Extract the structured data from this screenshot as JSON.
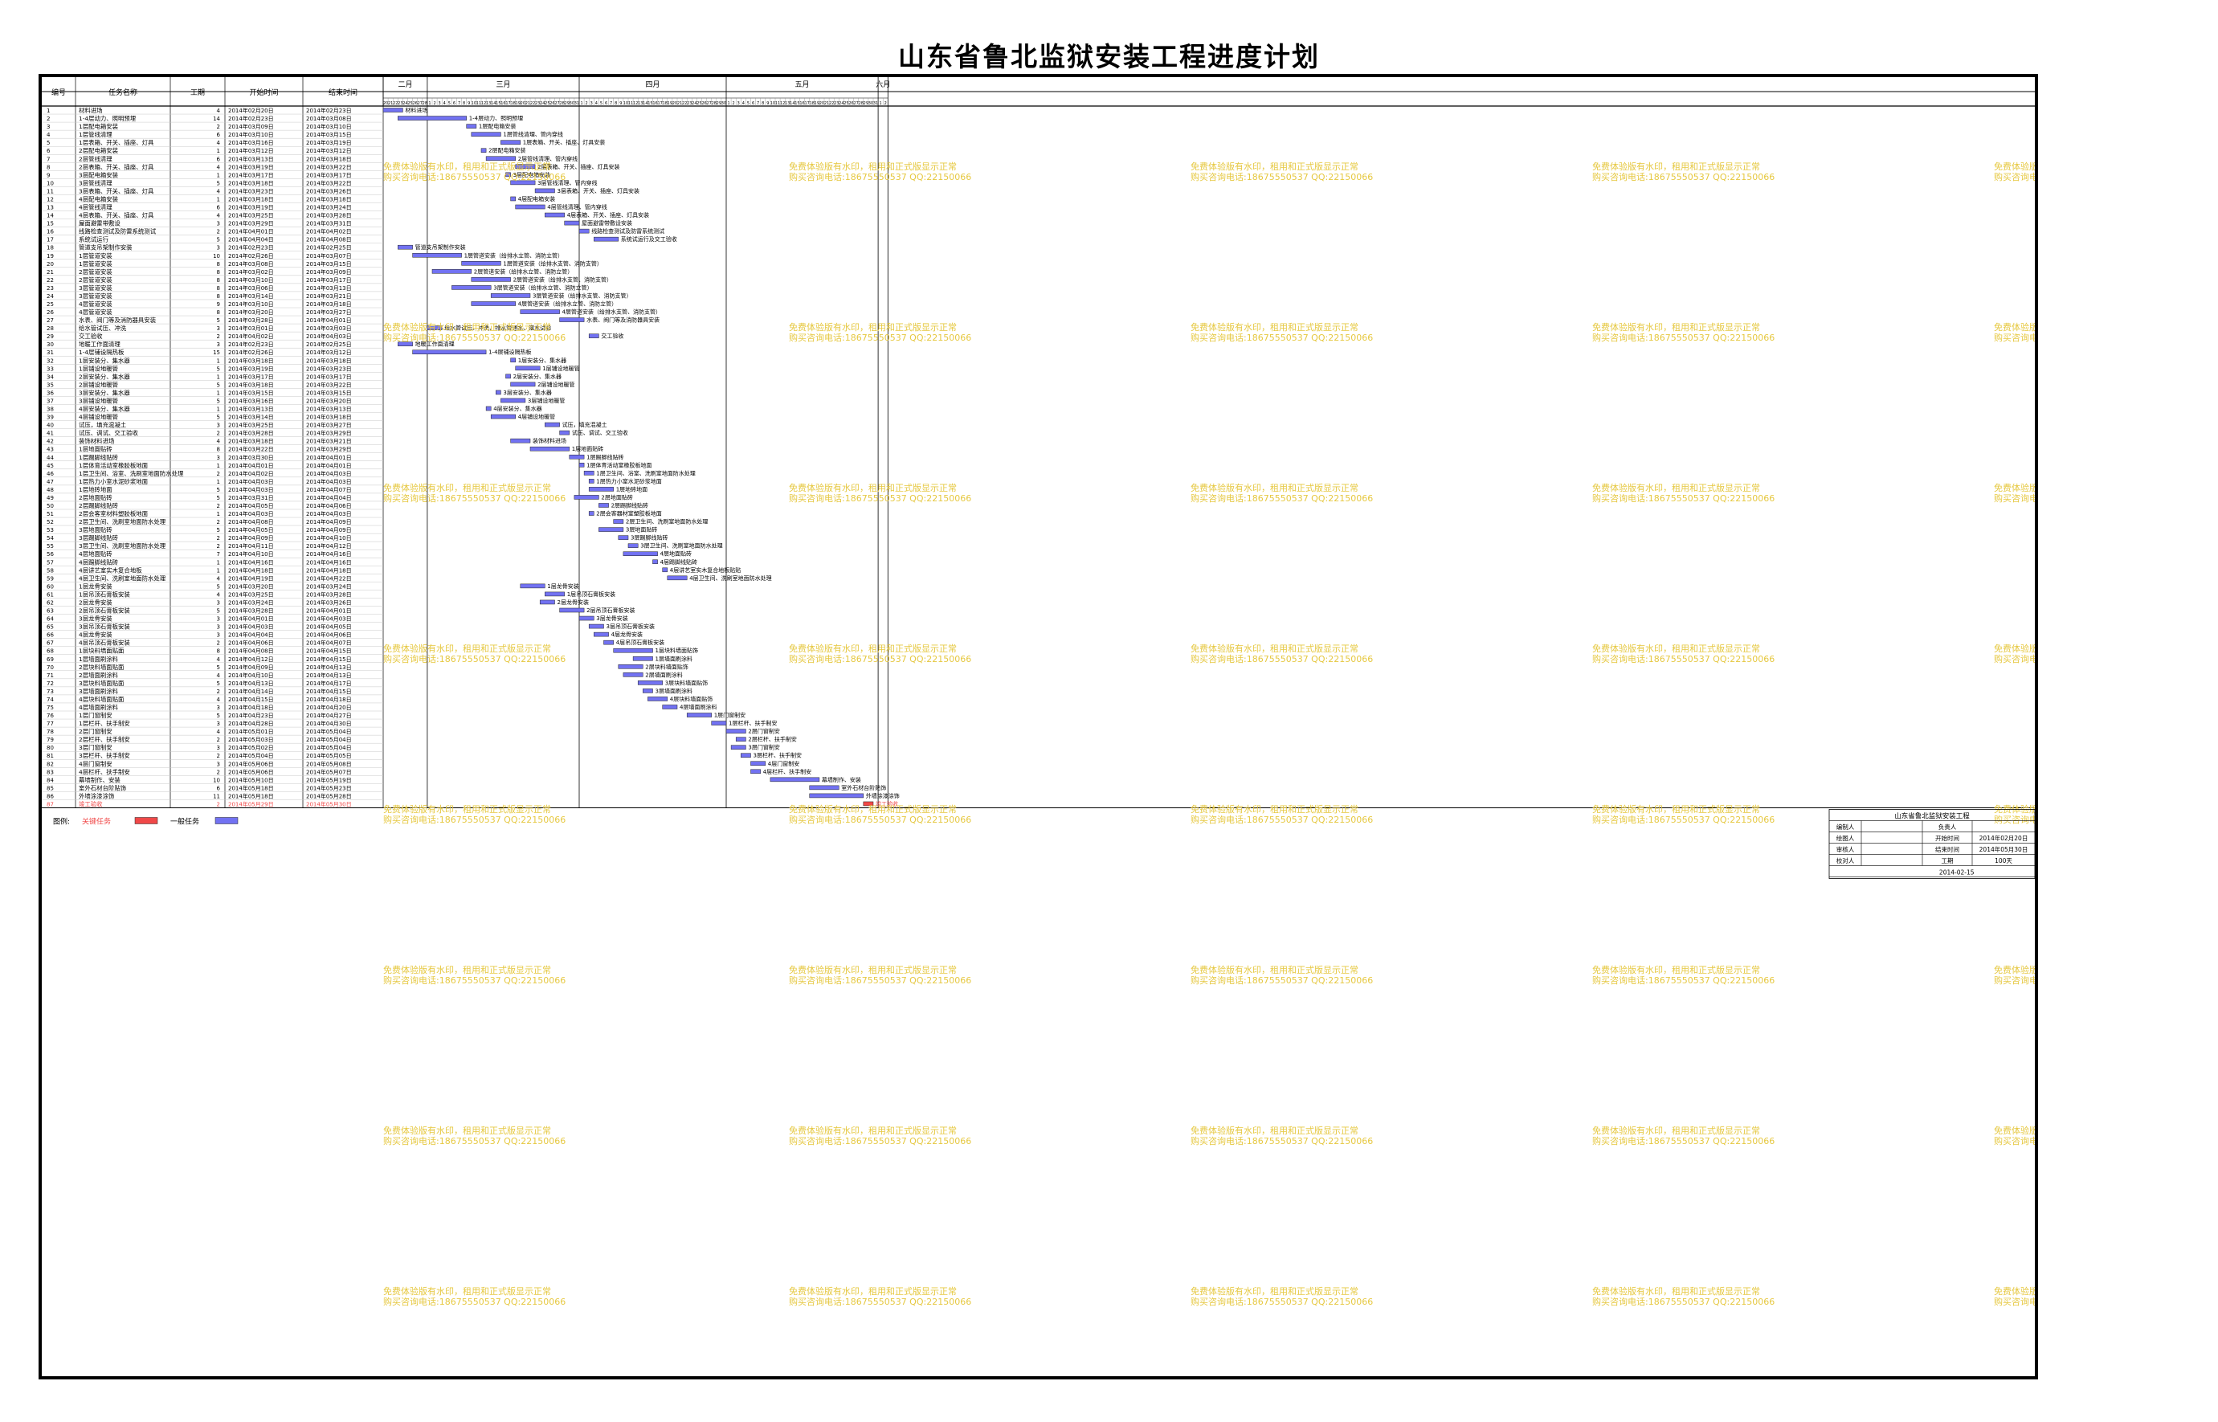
{
  "title": "山东省鲁北监狱安装工程进度计划",
  "columns": [
    "编号",
    "任务名称",
    "工期",
    "开始时间",
    "结束时间"
  ],
  "months": [
    {
      "label": "二月",
      "days": [
        20,
        21,
        22,
        23,
        24,
        25,
        26,
        27,
        28
      ]
    },
    {
      "label": "三月",
      "days": [
        1,
        2,
        3,
        4,
        5,
        6,
        7,
        8,
        9,
        10,
        11,
        12,
        13,
        14,
        15,
        16,
        17,
        18,
        19,
        20,
        21,
        22,
        23,
        24,
        25,
        26,
        27,
        28,
        29,
        30,
        31
      ]
    },
    {
      "label": "四月",
      "days": [
        1,
        2,
        3,
        4,
        5,
        6,
        7,
        8,
        9,
        10,
        11,
        12,
        13,
        14,
        15,
        16,
        17,
        18,
        19,
        20,
        21,
        22,
        23,
        24,
        25,
        26,
        27,
        28,
        29,
        30
      ]
    },
    {
      "label": "五月",
      "days": [
        1,
        2,
        3,
        4,
        5,
        6,
        7,
        8,
        9,
        10,
        11,
        12,
        13,
        14,
        15,
        16,
        17,
        18,
        19,
        20,
        21,
        22,
        23,
        24,
        25,
        26,
        27,
        28,
        29,
        30,
        31
      ]
    },
    {
      "label": "六月",
      "days": [
        1,
        2
      ]
    }
  ],
  "tasks": [
    {
      "id": "1",
      "name": "材料进场",
      "dur": "4",
      "start": "2014年02月20日",
      "end": "2014年02月23日",
      "bar": "材料进场",
      "s": 0,
      "d": 4
    },
    {
      "id": "2",
      "name": "1-4层动力、照明预埋",
      "dur": "14",
      "start": "2014年02月23日",
      "end": "2014年03月08日",
      "bar": "1-4层动力、照明预埋",
      "s": 3,
      "d": 14
    },
    {
      "id": "3",
      "name": "1层配电箱安装",
      "dur": "2",
      "start": "2014年03月09日",
      "end": "2014年03月10日",
      "bar": "1层配电箱安装",
      "s": 17,
      "d": 2
    },
    {
      "id": "4",
      "name": "1层管线清理",
      "dur": "6",
      "start": "2014年03月10日",
      "end": "2014年03月15日",
      "bar": "1层管线清理、管内穿线",
      "s": 18,
      "d": 6
    },
    {
      "id": "5",
      "name": "1层表箱、开关、插座、灯具",
      "dur": "4",
      "start": "2014年03月16日",
      "end": "2014年03月19日",
      "bar": "1层表箱、开关、插座、灯具安装",
      "s": 24,
      "d": 4
    },
    {
      "id": "6",
      "name": "2层配电箱安装",
      "dur": "1",
      "start": "2014年03月12日",
      "end": "2014年03月12日",
      "bar": "2层配电箱安装",
      "s": 20,
      "d": 1
    },
    {
      "id": "7",
      "name": "2层管线清理",
      "dur": "6",
      "start": "2014年03月13日",
      "end": "2014年03月18日",
      "bar": "2层管线清理、管内穿线",
      "s": 21,
      "d": 6
    },
    {
      "id": "8",
      "name": "2层表箱、开关、插座、灯具",
      "dur": "4",
      "start": "2014年03月19日",
      "end": "2014年03月22日",
      "bar": "2层表箱、开关、插座、灯具安装",
      "s": 27,
      "d": 4
    },
    {
      "id": "9",
      "name": "3层配电箱安装",
      "dur": "1",
      "start": "2014年03月17日",
      "end": "2014年03月17日",
      "bar": "3层配电箱安装",
      "s": 25,
      "d": 1
    },
    {
      "id": "10",
      "name": "3层管线清理",
      "dur": "5",
      "start": "2014年03月18日",
      "end": "2014年03月22日",
      "bar": "3层管线清理、管内穿线",
      "s": 26,
      "d": 5
    },
    {
      "id": "11",
      "name": "3层表箱、开关、插座、灯具",
      "dur": "4",
      "start": "2014年03月23日",
      "end": "2014年03月26日",
      "bar": "3层表箱、开关、插座、灯具安装",
      "s": 31,
      "d": 4
    },
    {
      "id": "12",
      "name": "4层配电箱安装",
      "dur": "1",
      "start": "2014年03月18日",
      "end": "2014年03月18日",
      "bar": "4层配电箱安装",
      "s": 26,
      "d": 1
    },
    {
      "id": "13",
      "name": "4层管线清理",
      "dur": "6",
      "start": "2014年03月19日",
      "end": "2014年03月24日",
      "bar": "4层管线清理、管内穿线",
      "s": 27,
      "d": 6
    },
    {
      "id": "14",
      "name": "4层表箱、开关、插座、灯具",
      "dur": "4",
      "start": "2014年03月25日",
      "end": "2014年03月28日",
      "bar": "4层表箱、开关、插座、灯具安装",
      "s": 33,
      "d": 4
    },
    {
      "id": "15",
      "name": "屋面避雷带敷设",
      "dur": "3",
      "start": "2014年03月29日",
      "end": "2014年03月31日",
      "bar": "屋面避雷带敷设安装",
      "s": 37,
      "d": 3
    },
    {
      "id": "16",
      "name": "线路检查测试及防雷系统测试",
      "dur": "2",
      "start": "2014年04月01日",
      "end": "2014年04月02日",
      "bar": "线路检查测试及防雷系统测试",
      "s": 40,
      "d": 2
    },
    {
      "id": "17",
      "name": "系统试运行",
      "dur": "5",
      "start": "2014年04月04日",
      "end": "2014年04月08日",
      "bar": "系统试运行及交工验收",
      "s": 43,
      "d": 5
    },
    {
      "id": "18",
      "name": "管道支吊架制作安装",
      "dur": "3",
      "start": "2014年02月23日",
      "end": "2014年02月25日",
      "bar": "管道支吊架制作安装",
      "s": 3,
      "d": 3
    },
    {
      "id": "19",
      "name": "1层管道安装",
      "dur": "10",
      "start": "2014年02月26日",
      "end": "2014年03月07日",
      "bar": "1层管道安装（给排水立管、消防立管）",
      "s": 6,
      "d": 10
    },
    {
      "id": "20",
      "name": "1层管道安装",
      "dur": "8",
      "start": "2014年03月08日",
      "end": "2014年03月15日",
      "bar": "1层管道安装（给排水支管、消防支管）",
      "s": 16,
      "d": 8
    },
    {
      "id": "21",
      "name": "2层管道安装",
      "dur": "8",
      "start": "2014年03月02日",
      "end": "2014年03月09日",
      "bar": "2层管道安装（给排水立管、消防立管）",
      "s": 10,
      "d": 8
    },
    {
      "id": "22",
      "name": "2层管道安装",
      "dur": "8",
      "start": "2014年03月10日",
      "end": "2014年03月17日",
      "bar": "2层管道安装（给排水支管、消防支管）",
      "s": 18,
      "d": 8
    },
    {
      "id": "23",
      "name": "3层管道安装",
      "dur": "8",
      "start": "2014年03月06日",
      "end": "2014年03月13日",
      "bar": "3层管道安装（给排水立管、消防立管）",
      "s": 14,
      "d": 8
    },
    {
      "id": "24",
      "name": "3层管道安装",
      "dur": "8",
      "start": "2014年03月14日",
      "end": "2014年03月21日",
      "bar": "3层管道安装（给排水支管、消防支管）",
      "s": 22,
      "d": 8
    },
    {
      "id": "25",
      "name": "4层管道安装",
      "dur": "9",
      "start": "2014年03月10日",
      "end": "2014年03月18日",
      "bar": "4层管道安装（给排水立管、消防立管）",
      "s": 18,
      "d": 9
    },
    {
      "id": "26",
      "name": "4层管道安装",
      "dur": "8",
      "start": "2014年03月20日",
      "end": "2014年03月27日",
      "bar": "4层管道安装（给排水支管、消防支管）",
      "s": 28,
      "d": 8
    },
    {
      "id": "27",
      "name": "水表、阀门等及消防器具安装",
      "dur": "5",
      "start": "2014年03月28日",
      "end": "2014年04月01日",
      "bar": "水表、阀门等及消防器具安装",
      "s": 36,
      "d": 5
    },
    {
      "id": "28",
      "name": "给水管试压、冲洗",
      "dur": "3",
      "start": "2014年03月01日",
      "end": "2014年03月03日",
      "bar": "给水管试压、冲洗、排水管通水、灌水试验",
      "s": 9,
      "d": 3
    },
    {
      "id": "29",
      "name": "交工验收",
      "dur": "2",
      "start": "2014年04月02日",
      "end": "2014年04月03日",
      "bar": "交工验收",
      "s": 42,
      "d": 2
    },
    {
      "id": "30",
      "name": "地暖工作面清理",
      "dur": "3",
      "start": "2014年02月23日",
      "end": "2014年02月25日",
      "bar": "地暖工作面清理",
      "s": 3,
      "d": 3
    },
    {
      "id": "31",
      "name": "1-4层铺设隔热板",
      "dur": "15",
      "start": "2014年02月26日",
      "end": "2014年03月12日",
      "bar": "1-4层铺设隔热板",
      "s": 6,
      "d": 15
    },
    {
      "id": "32",
      "name": "1层安装分、集水器",
      "dur": "1",
      "start": "2014年03月18日",
      "end": "2014年03月18日",
      "bar": "1层安装分、集水器",
      "s": 26,
      "d": 1
    },
    {
      "id": "33",
      "name": "1层铺设地暖管",
      "dur": "5",
      "start": "2014年03月19日",
      "end": "2014年03月23日",
      "bar": "1层铺设地暖管",
      "s": 27,
      "d": 5
    },
    {
      "id": "34",
      "name": "2层安装分、集水器",
      "dur": "1",
      "start": "2014年03月17日",
      "end": "2014年03月17日",
      "bar": "2层安装分、集水器",
      "s": 25,
      "d": 1
    },
    {
      "id": "35",
      "name": "2层铺设地暖管",
      "dur": "5",
      "start": "2014年03月18日",
      "end": "2014年03月22日",
      "bar": "2层铺设地暖管",
      "s": 26,
      "d": 5
    },
    {
      "id": "36",
      "name": "3层安装分、集水器",
      "dur": "1",
      "start": "2014年03月15日",
      "end": "2014年03月15日",
      "bar": "3层安装分、集水器",
      "s": 23,
      "d": 1
    },
    {
      "id": "37",
      "name": "3层铺设地暖管",
      "dur": "5",
      "start": "2014年03月16日",
      "end": "2014年03月20日",
      "bar": "3层铺设地暖管",
      "s": 24,
      "d": 5
    },
    {
      "id": "38",
      "name": "4层安装分、集水器",
      "dur": "1",
      "start": "2014年03月13日",
      "end": "2014年03月13日",
      "bar": "4层安装分、集水器",
      "s": 21,
      "d": 1
    },
    {
      "id": "39",
      "name": "4层铺设地暖管",
      "dur": "5",
      "start": "2014年03月14日",
      "end": "2014年03月18日",
      "bar": "4层铺设地暖管",
      "s": 22,
      "d": 5
    },
    {
      "id": "40",
      "name": "试压，填充混凝土",
      "dur": "3",
      "start": "2014年03月25日",
      "end": "2014年03月27日",
      "bar": "试压，填充混凝土",
      "s": 33,
      "d": 3
    },
    {
      "id": "41",
      "name": "试压、调试、交工验收",
      "dur": "2",
      "start": "2014年03月28日",
      "end": "2014年03月29日",
      "bar": "试压、调试、交工验收",
      "s": 36,
      "d": 2
    },
    {
      "id": "42",
      "name": "装饰材料进场",
      "dur": "4",
      "start": "2014年03月18日",
      "end": "2014年03月21日",
      "bar": "装饰材料进场",
      "s": 26,
      "d": 4
    },
    {
      "id": "43",
      "name": "1层地面贴砖",
      "dur": "8",
      "start": "2014年03月22日",
      "end": "2014年03月29日",
      "bar": "1层地面贴砖",
      "s": 30,
      "d": 8
    },
    {
      "id": "44",
      "name": "1层踢脚线贴砖",
      "dur": "3",
      "start": "2014年03月30日",
      "end": "2014年04月01日",
      "bar": "1层踢脚线贴砖",
      "s": 38,
      "d": 3
    },
    {
      "id": "45",
      "name": "1层体育活动室橡胶板地面",
      "dur": "1",
      "start": "2014年04月01日",
      "end": "2014年04月01日",
      "bar": "1层体育活动室橡胶板地面",
      "s": 40,
      "d": 1
    },
    {
      "id": "46",
      "name": "1层卫生间、浴室、洗刷室地面防水处理",
      "dur": "2",
      "start": "2014年04月02日",
      "end": "2014年04月03日",
      "bar": "1层卫生间、浴室、洗刷室地面防水处理",
      "s": 41,
      "d": 2
    },
    {
      "id": "47",
      "name": "1层热力小室水泥砂浆地面",
      "dur": "1",
      "start": "2014年04月03日",
      "end": "2014年04月03日",
      "bar": "1层热力小室水泥砂浆地面",
      "s": 42,
      "d": 1
    },
    {
      "id": "48",
      "name": "1层地砖地面",
      "dur": "5",
      "start": "2014年04月03日",
      "end": "2014年04月07日",
      "bar": "1层地砖地面",
      "s": 42,
      "d": 5
    },
    {
      "id": "49",
      "name": "2层地面贴砖",
      "dur": "5",
      "start": "2014年03月31日",
      "end": "2014年04月04日",
      "bar": "2层地面贴砖",
      "s": 39,
      "d": 5
    },
    {
      "id": "50",
      "name": "2层踢脚线贴砖",
      "dur": "2",
      "start": "2014年04月05日",
      "end": "2014年04月06日",
      "bar": "2层踢脚线贴砖",
      "s": 44,
      "d": 2
    },
    {
      "id": "51",
      "name": "2层会客室材料塑胶板地面",
      "dur": "1",
      "start": "2014年04月03日",
      "end": "2014年04月03日",
      "bar": "2层会客器材室塑胶板地面",
      "s": 42,
      "d": 1
    },
    {
      "id": "52",
      "name": "2层卫生间、洗刷室地面防水处理",
      "dur": "2",
      "start": "2014年04月08日",
      "end": "2014年04月09日",
      "bar": "2层卫生间、洗刷室地面防水处理",
      "s": 47,
      "d": 2
    },
    {
      "id": "53",
      "name": "3层地面贴砖",
      "dur": "5",
      "start": "2014年04月05日",
      "end": "2014年04月09日",
      "bar": "3层地面贴砖",
      "s": 44,
      "d": 5
    },
    {
      "id": "54",
      "name": "3层踢脚线贴砖",
      "dur": "2",
      "start": "2014年04月09日",
      "end": "2014年04月10日",
      "bar": "3层踢脚线贴砖",
      "s": 48,
      "d": 2
    },
    {
      "id": "55",
      "name": "3层卫生间、洗刷室地面防水处理",
      "dur": "2",
      "start": "2014年04月11日",
      "end": "2014年04月12日",
      "bar": "3层卫生间、洗刷室地面防水处理",
      "s": 50,
      "d": 2
    },
    {
      "id": "56",
      "name": "4层地面贴砖",
      "dur": "7",
      "start": "2014年04月10日",
      "end": "2014年04月16日",
      "bar": "4层地面贴砖",
      "s": 49,
      "d": 7
    },
    {
      "id": "57",
      "name": "4层踢脚线贴砖",
      "dur": "1",
      "start": "2014年04月16日",
      "end": "2014年04月16日",
      "bar": "4层踢脚线贴砖",
      "s": 55,
      "d": 1
    },
    {
      "id": "58",
      "name": "4层讲艺室实木复合地板",
      "dur": "1",
      "start": "2014年04月18日",
      "end": "2014年04月18日",
      "bar": "4层讲艺室实木复合地板贴贴",
      "s": 57,
      "d": 1
    },
    {
      "id": "59",
      "name": "4层卫生间、洗刷室地面防水处理",
      "dur": "4",
      "start": "2014年04月19日",
      "end": "2014年04月22日",
      "bar": "4层卫生间、洗刷室地面防水处理",
      "s": 58,
      "d": 4
    },
    {
      "id": "60",
      "name": "1层龙骨安装",
      "dur": "5",
      "start": "2014年03月20日",
      "end": "2014年03月24日",
      "bar": "1层龙骨安装",
      "s": 28,
      "d": 5
    },
    {
      "id": "61",
      "name": "1层吊顶石膏板安装",
      "dur": "4",
      "start": "2014年03月25日",
      "end": "2014年03月28日",
      "bar": "1层吊顶石膏板安装",
      "s": 33,
      "d": 4
    },
    {
      "id": "62",
      "name": "2层龙骨安装",
      "dur": "3",
      "start": "2014年03月24日",
      "end": "2014年03月26日",
      "bar": "2层龙骨安装",
      "s": 32,
      "d": 3
    },
    {
      "id": "63",
      "name": "2层吊顶石膏板安装",
      "dur": "5",
      "start": "2014年03月28日",
      "end": "2014年04月01日",
      "bar": "2层吊顶石膏板安装",
      "s": 36,
      "d": 5
    },
    {
      "id": "64",
      "name": "3层龙骨安装",
      "dur": "3",
      "start": "2014年04月01日",
      "end": "2014年04月03日",
      "bar": "3层龙骨安装",
      "s": 40,
      "d": 3
    },
    {
      "id": "65",
      "name": "3层吊顶石膏板安装",
      "dur": "3",
      "start": "2014年04月03日",
      "end": "2014年04月05日",
      "bar": "3层吊顶石膏板安装",
      "s": 42,
      "d": 3
    },
    {
      "id": "66",
      "name": "4层龙骨安装",
      "dur": "3",
      "start": "2014年04月04日",
      "end": "2014年04月06日",
      "bar": "4层龙骨安装",
      "s": 43,
      "d": 3
    },
    {
      "id": "67",
      "name": "4层吊顶石膏板安装",
      "dur": "2",
      "start": "2014年04月06日",
      "end": "2014年04月07日",
      "bar": "4层吊顶石膏板安装",
      "s": 45,
      "d": 2
    },
    {
      "id": "68",
      "name": "1层块料墙面贴面",
      "dur": "8",
      "start": "2014年04月08日",
      "end": "2014年04月15日",
      "bar": "1层块料墙面贴饰",
      "s": 47,
      "d": 8
    },
    {
      "id": "69",
      "name": "1层墙面刷涂料",
      "dur": "4",
      "start": "2014年04月12日",
      "end": "2014年04月15日",
      "bar": "1层墙面刷涂料",
      "s": 51,
      "d": 4
    },
    {
      "id": "70",
      "name": "2层块料墙面贴面",
      "dur": "5",
      "start": "2014年04月09日",
      "end": "2014年04月13日",
      "bar": "2层块料墙面贴饰",
      "s": 48,
      "d": 5
    },
    {
      "id": "71",
      "name": "2层墙面刷涂料",
      "dur": "4",
      "start": "2014年04月10日",
      "end": "2014年04月13日",
      "bar": "2层墙面刷涂料",
      "s": 49,
      "d": 4
    },
    {
      "id": "72",
      "name": "3层块料墙面贴面",
      "dur": "5",
      "start": "2014年04月13日",
      "end": "2014年04月17日",
      "bar": "3层块料墙面贴饰",
      "s": 52,
      "d": 5
    },
    {
      "id": "73",
      "name": "3层墙面刷涂料",
      "dur": "2",
      "start": "2014年04月14日",
      "end": "2014年04月15日",
      "bar": "3层墙面刷涂料",
      "s": 53,
      "d": 2
    },
    {
      "id": "74",
      "name": "4层块料墙面贴面",
      "dur": "4",
      "start": "2014年04月15日",
      "end": "2014年04月18日",
      "bar": "4层块料墙面贴饰",
      "s": 54,
      "d": 4
    },
    {
      "id": "75",
      "name": "4层墙面刷涂料",
      "dur": "3",
      "start": "2014年04月18日",
      "end": "2014年04月20日",
      "bar": "4层墙面刷涂料",
      "s": 57,
      "d": 3
    },
    {
      "id": "76",
      "name": "1层门窗制安",
      "dur": "5",
      "start": "2014年04月23日",
      "end": "2014年04月27日",
      "bar": "1层门窗制安",
      "s": 62,
      "d": 5
    },
    {
      "id": "77",
      "name": "1层栏杆、扶手制安",
      "dur": "3",
      "start": "2014年04月28日",
      "end": "2014年04月30日",
      "bar": "1层栏杆、扶手制安",
      "s": 67,
      "d": 3
    },
    {
      "id": "78",
      "name": "2层门窗制安",
      "dur": "4",
      "start": "2014年05月01日",
      "end": "2014年05月04日",
      "bar": "2层门窗制安",
      "s": 70,
      "d": 4
    },
    {
      "id": "79",
      "name": "2层栏杆、扶手制安",
      "dur": "2",
      "start": "2014年05月03日",
      "end": "2014年05月04日",
      "bar": "2层栏杆、扶手制安",
      "s": 72,
      "d": 2
    },
    {
      "id": "80",
      "name": "3层门窗制安",
      "dur": "3",
      "start": "2014年05月02日",
      "end": "2014年05月04日",
      "bar": "3层门窗制安",
      "s": 71,
      "d": 3
    },
    {
      "id": "81",
      "name": "3层栏杆、扶手制安",
      "dur": "2",
      "start": "2014年05月04日",
      "end": "2014年05月05日",
      "bar": "3层栏杆、扶手制安",
      "s": 73,
      "d": 2
    },
    {
      "id": "82",
      "name": "4层门窗制安",
      "dur": "3",
      "start": "2014年05月06日",
      "end": "2014年05月08日",
      "bar": "4层门窗制安",
      "s": 75,
      "d": 3
    },
    {
      "id": "83",
      "name": "4层栏杆、扶手制安",
      "dur": "2",
      "start": "2014年05月06日",
      "end": "2014年05月07日",
      "bar": "4层栏杆、扶手制安",
      "s": 75,
      "d": 2
    },
    {
      "id": "84",
      "name": "幕墙制作、安装",
      "dur": "10",
      "start": "2014年05月10日",
      "end": "2014年05月19日",
      "bar": "幕墙制作、安装",
      "s": 79,
      "d": 10
    },
    {
      "id": "85",
      "name": "室外石材台阶贴饰",
      "dur": "6",
      "start": "2014年05月18日",
      "end": "2014年05月23日",
      "bar": "室外石材台阶贴饰",
      "s": 87,
      "d": 6
    },
    {
      "id": "86",
      "name": "外墙涂漆涂饰",
      "dur": "11",
      "start": "2014年05月18日",
      "end": "2014年05月28日",
      "bar": "外墙涂漆涂饰",
      "s": 87,
      "d": 11
    },
    {
      "id": "87",
      "name": "竣工验收",
      "dur": "2",
      "start": "2014年05月29日",
      "end": "2014年05月30日",
      "bar": "竣工验收",
      "s": 98,
      "d": 2,
      "critical": true
    }
  ],
  "legend": {
    "label": "图例:",
    "critical": "关键任务",
    "normal": "一般任务"
  },
  "watermark": {
    "line1": "免费体验版有水印，租用和正式版显示正常",
    "line2": "购买咨询电话:18675550537 QQ:22150066"
  },
  "titleblock": {
    "project": "山东省鲁北监狱安装工程",
    "rows": [
      [
        "编制人",
        "",
        "负责人",
        ""
      ],
      [
        "绘图人",
        "",
        "开始时间",
        "2014年02月20日"
      ],
      [
        "审核人",
        "",
        "结束时间",
        "2014年05月30日"
      ],
      [
        "校对人",
        "",
        "工期",
        "100天"
      ]
    ],
    "date": "2014-02-15"
  },
  "colors": {
    "bar": "#7272f2",
    "critical": "#f04848",
    "grid": "#c8c8c8",
    "watermark": "#e6c840",
    "text": "#000000"
  }
}
